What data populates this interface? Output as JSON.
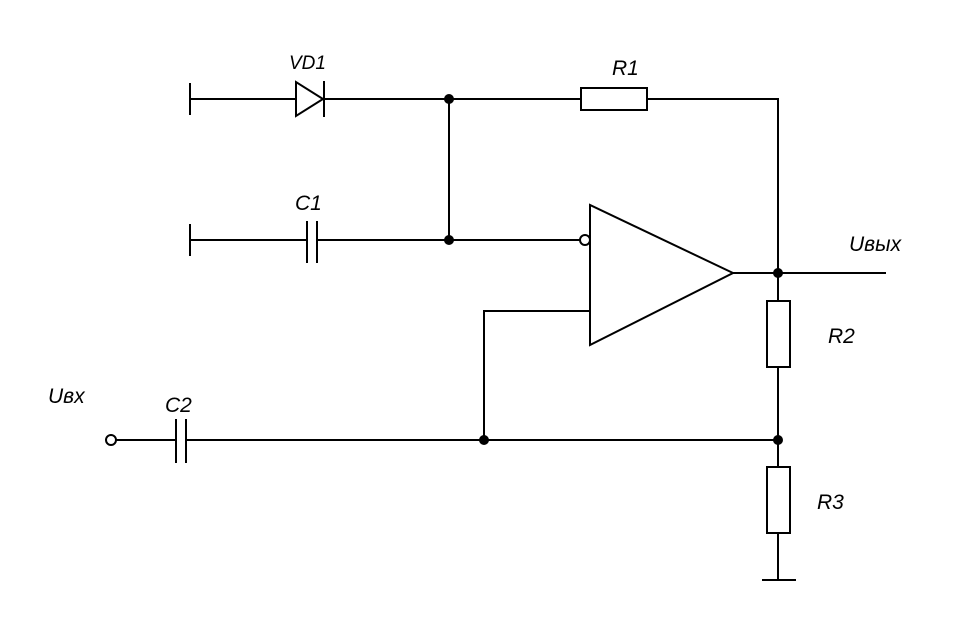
{
  "diagram": {
    "labels": {
      "vd1": "VD1",
      "r1": "R1",
      "c1": "C1",
      "c2": "C2",
      "r2": "R2",
      "r3": "R3",
      "u_out": "Uвых",
      "u_in": "Uвх"
    },
    "colors": {
      "ink": "#000000",
      "background": "#ffffff"
    },
    "components": [
      {
        "ref": "VD1",
        "kind": "diode"
      },
      {
        "ref": "R1",
        "kind": "resistor"
      },
      {
        "ref": "C1",
        "kind": "capacitor"
      },
      {
        "ref": "C2",
        "kind": "capacitor"
      },
      {
        "ref": "R2",
        "kind": "resistor"
      },
      {
        "ref": "R3",
        "kind": "resistor"
      },
      {
        "ref": "",
        "kind": "operational-amplifier",
        "inputs": [
          "inverting",
          "non-inverting"
        ]
      }
    ]
  }
}
